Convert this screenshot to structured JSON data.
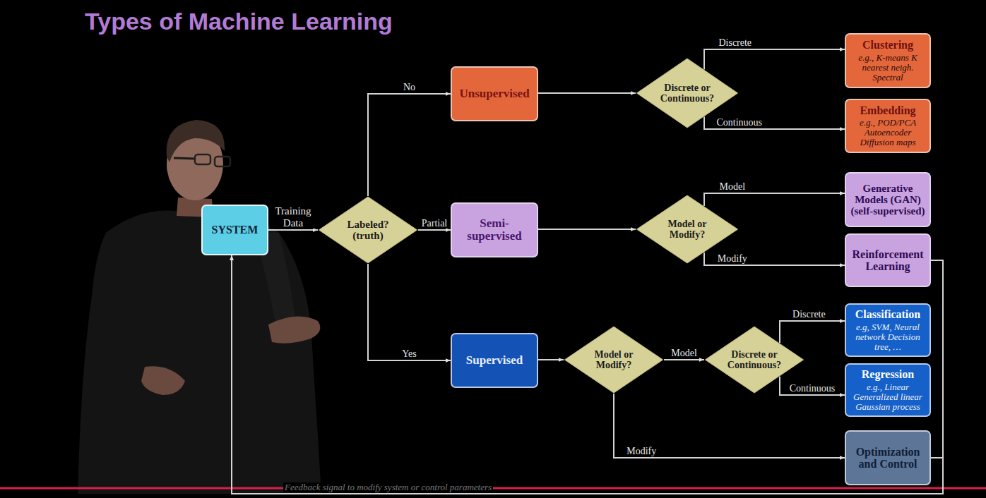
{
  "diagram": {
    "title": "Types of Machine Learning",
    "nodes": [
      {
        "text": [
          "SYSTEM"
        ]
      },
      {
        "text": [
          "Labeled? (truth)"
        ]
      },
      {
        "text": [
          "Unsupervised"
        ]
      },
      {
        "text": [
          "Semi-supervised"
        ]
      },
      {
        "text": [
          "Supervised"
        ]
      },
      {
        "text": [
          "Discrete or Continuous?"
        ]
      },
      {
        "text": [
          "Model or Modify?"
        ]
      },
      {
        "text": [
          "Model or Modify?"
        ]
      },
      {
        "text": [
          "Discrete or Continuous?"
        ]
      },
      {
        "text": [
          "Clustering",
          "e.g., K-means K nearest neigh. Spectral"
        ]
      },
      {
        "text": [
          "Embedding",
          "e.g., POD/PCA Autoencoder Diffusion maps"
        ]
      },
      {
        "text": [
          "Generative Models (GAN) (self-supervised)"
        ]
      },
      {
        "text": [
          "Reinforcement Learning"
        ]
      },
      {
        "text": [
          "Classification",
          "e.g, SVM, Neural network Decision tree, …"
        ]
      },
      {
        "text": [
          "Regression",
          "e.g., Linear Generalized linear Gaussian process"
        ]
      },
      {
        "text": [
          "Optimization and Control"
        ]
      }
    ],
    "edges": [
      {
        "from": 0,
        "to": 1,
        "label": "Training Data",
        "arrow": "to"
      },
      {
        "from": 1,
        "to": 2,
        "label": "No",
        "arrow": "to"
      },
      {
        "from": 1,
        "to": 3,
        "label": "Partial",
        "arrow": "to"
      },
      {
        "from": 1,
        "to": 4,
        "label": "Yes",
        "arrow": "to"
      },
      {
        "from": 2,
        "to": 5,
        "arrow": "to"
      },
      {
        "from": 3,
        "to": 6,
        "arrow": "to"
      },
      {
        "from": 4,
        "to": 7,
        "arrow": "to"
      },
      {
        "from": 5,
        "to": 9,
        "label": "Discrete",
        "arrow": "to"
      },
      {
        "from": 5,
        "to": 10,
        "label": "Continuous",
        "arrow": "to"
      },
      {
        "from": 6,
        "to": 11,
        "label": "Model",
        "arrow": "to"
      },
      {
        "from": 6,
        "to": 12,
        "label": "Modify",
        "arrow": "to"
      },
      {
        "from": 7,
        "to": 8,
        "label": "Model",
        "arrow": "to"
      },
      {
        "from": 7,
        "to": 15,
        "label": "Modify",
        "arrow": "to"
      },
      {
        "from": 8,
        "to": 13,
        "label": "Discrete",
        "arrow": "to"
      },
      {
        "from": 8,
        "to": 14,
        "label": "Continuous",
        "arrow": "to"
      },
      {
        "from": 12,
        "to": 0,
        "arrow": "to"
      },
      {
        "from": 15,
        "to": 0,
        "label": "Feedback signal to modify system or control parameters",
        "arrow": "to"
      }
    ]
  }
}
